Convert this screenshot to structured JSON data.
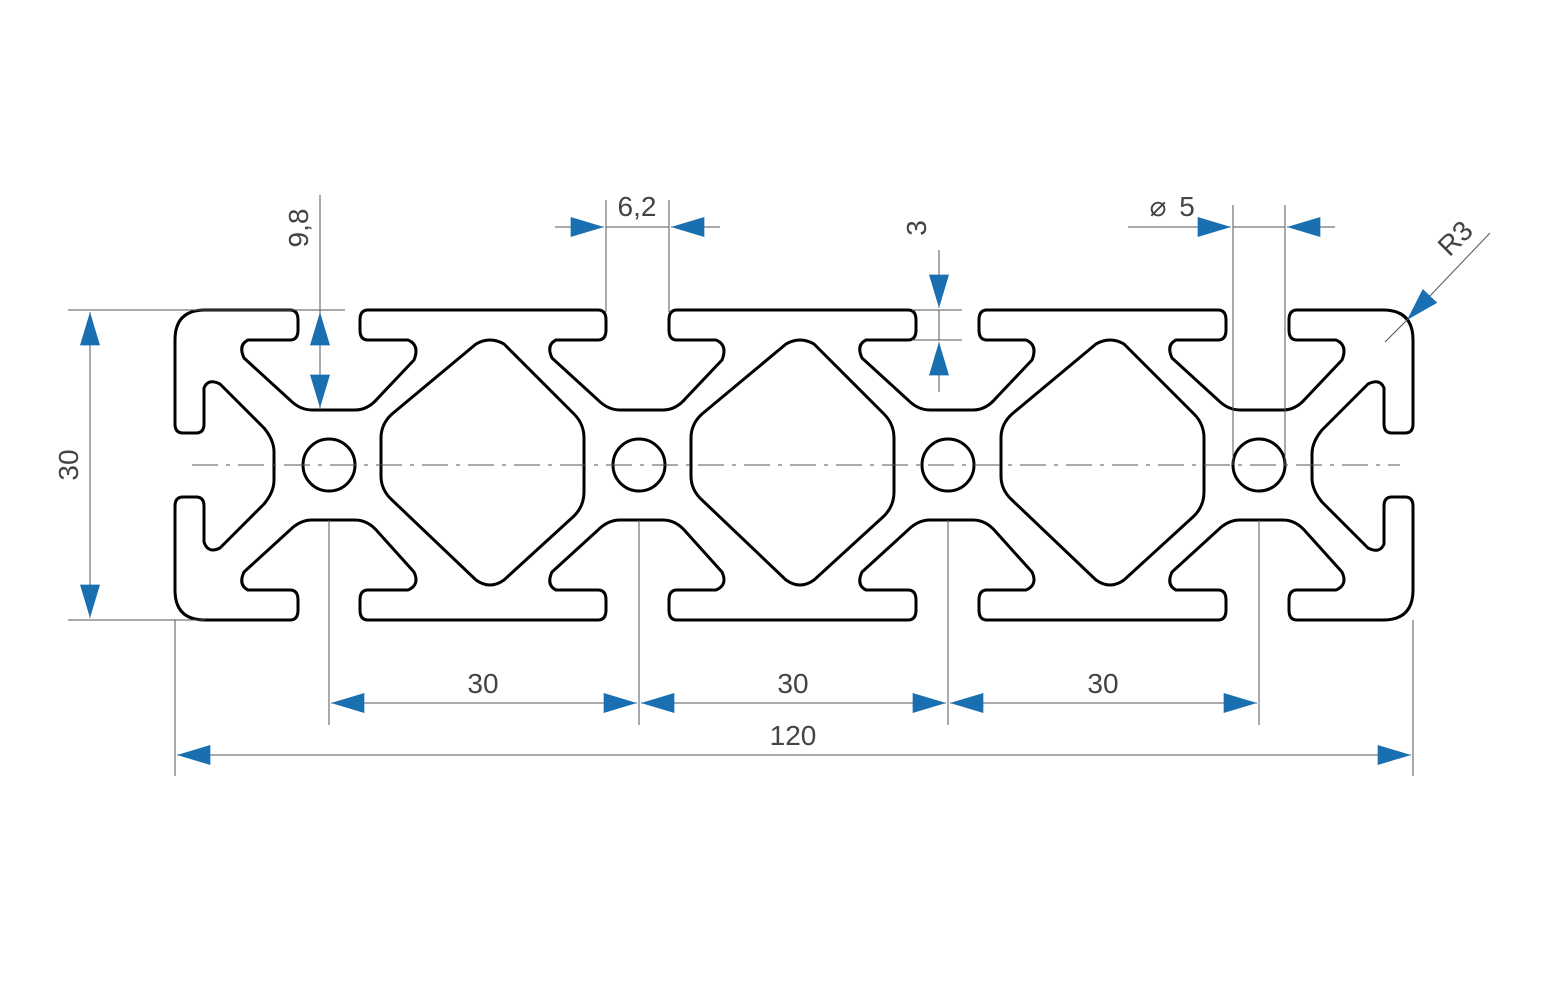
{
  "drawing": {
    "accent_color": "#1a6fb0",
    "line_color": "#000000",
    "dimensions": {
      "height": "30",
      "pitch_1": "30",
      "pitch_2": "30",
      "pitch_3": "30",
      "total_width": "120",
      "slot_depth": "9,8",
      "slot_opening": "6,2",
      "wall_thickness": "3",
      "hole_diameter": "5",
      "corner_radius": "R3"
    },
    "symbols": {
      "diameter": "⌀"
    }
  }
}
